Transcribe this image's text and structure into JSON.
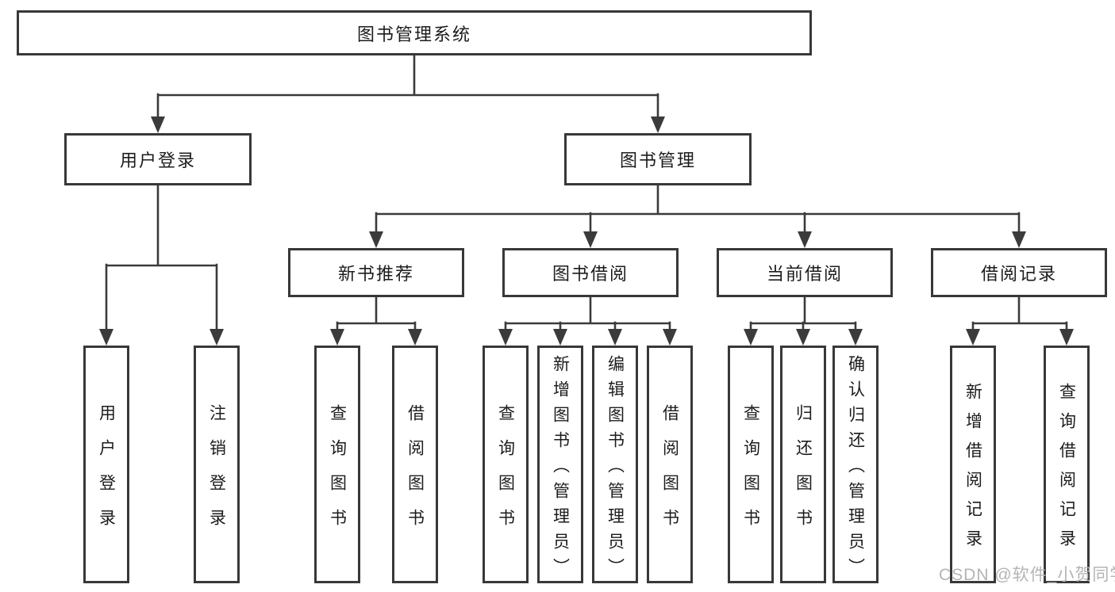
{
  "diagram": {
    "root": {
      "label": "图书管理系统"
    },
    "level2": [
      {
        "label": "用户登录"
      },
      {
        "label": "图书管理"
      }
    ],
    "level3": [
      {
        "label": "新书推荐"
      },
      {
        "label": "图书借阅"
      },
      {
        "label": "当前借阅"
      },
      {
        "label": "借阅记录"
      }
    ],
    "level4": [
      {
        "label": "用户登录"
      },
      {
        "label": "注销登录"
      },
      {
        "label": "查询图书"
      },
      {
        "label": "借阅图书"
      },
      {
        "label": "查询图书"
      },
      {
        "label": "新增图书（管理员）"
      },
      {
        "label": "编辑图书（管理员）"
      },
      {
        "label": "借阅图书"
      },
      {
        "label": "查询图书"
      },
      {
        "label": "归还图书"
      },
      {
        "label": "确认归还（管理员）"
      },
      {
        "label": "新增借阅记录"
      },
      {
        "label": "查询借阅记录"
      }
    ],
    "watermark": "CSDN @软件_小贺同学",
    "colors": {
      "line": "#3b3b3b",
      "box_border": "#383838",
      "box_fill": "#ffffff",
      "text": "#1c1c1c",
      "watermark": "#b4b4b4"
    }
  }
}
